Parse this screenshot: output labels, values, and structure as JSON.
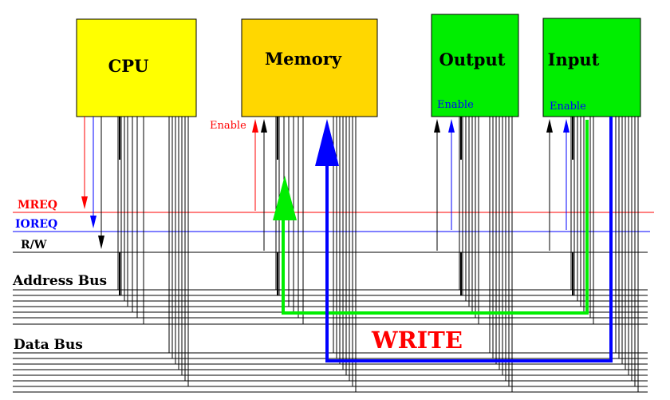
{
  "colors": {
    "cpu": "#ffff00",
    "memory": "#ffd700",
    "io": "#00ee00",
    "red": "#ff0000",
    "blue": "#0000ff",
    "green": "#00ee00",
    "black": "#000000"
  },
  "blocks": {
    "cpu": "CPU",
    "memory": "Memory",
    "output": "Output",
    "input": "Input"
  },
  "enable_labels": {
    "memory": "Enable",
    "output": "Enable",
    "input": "Enable"
  },
  "signals": {
    "mreq": "MREQ",
    "ioreq": "IOREQ",
    "rw": "R/W"
  },
  "buses": {
    "address": "Address Bus",
    "data": "Data Bus"
  },
  "operation": "WRITE"
}
